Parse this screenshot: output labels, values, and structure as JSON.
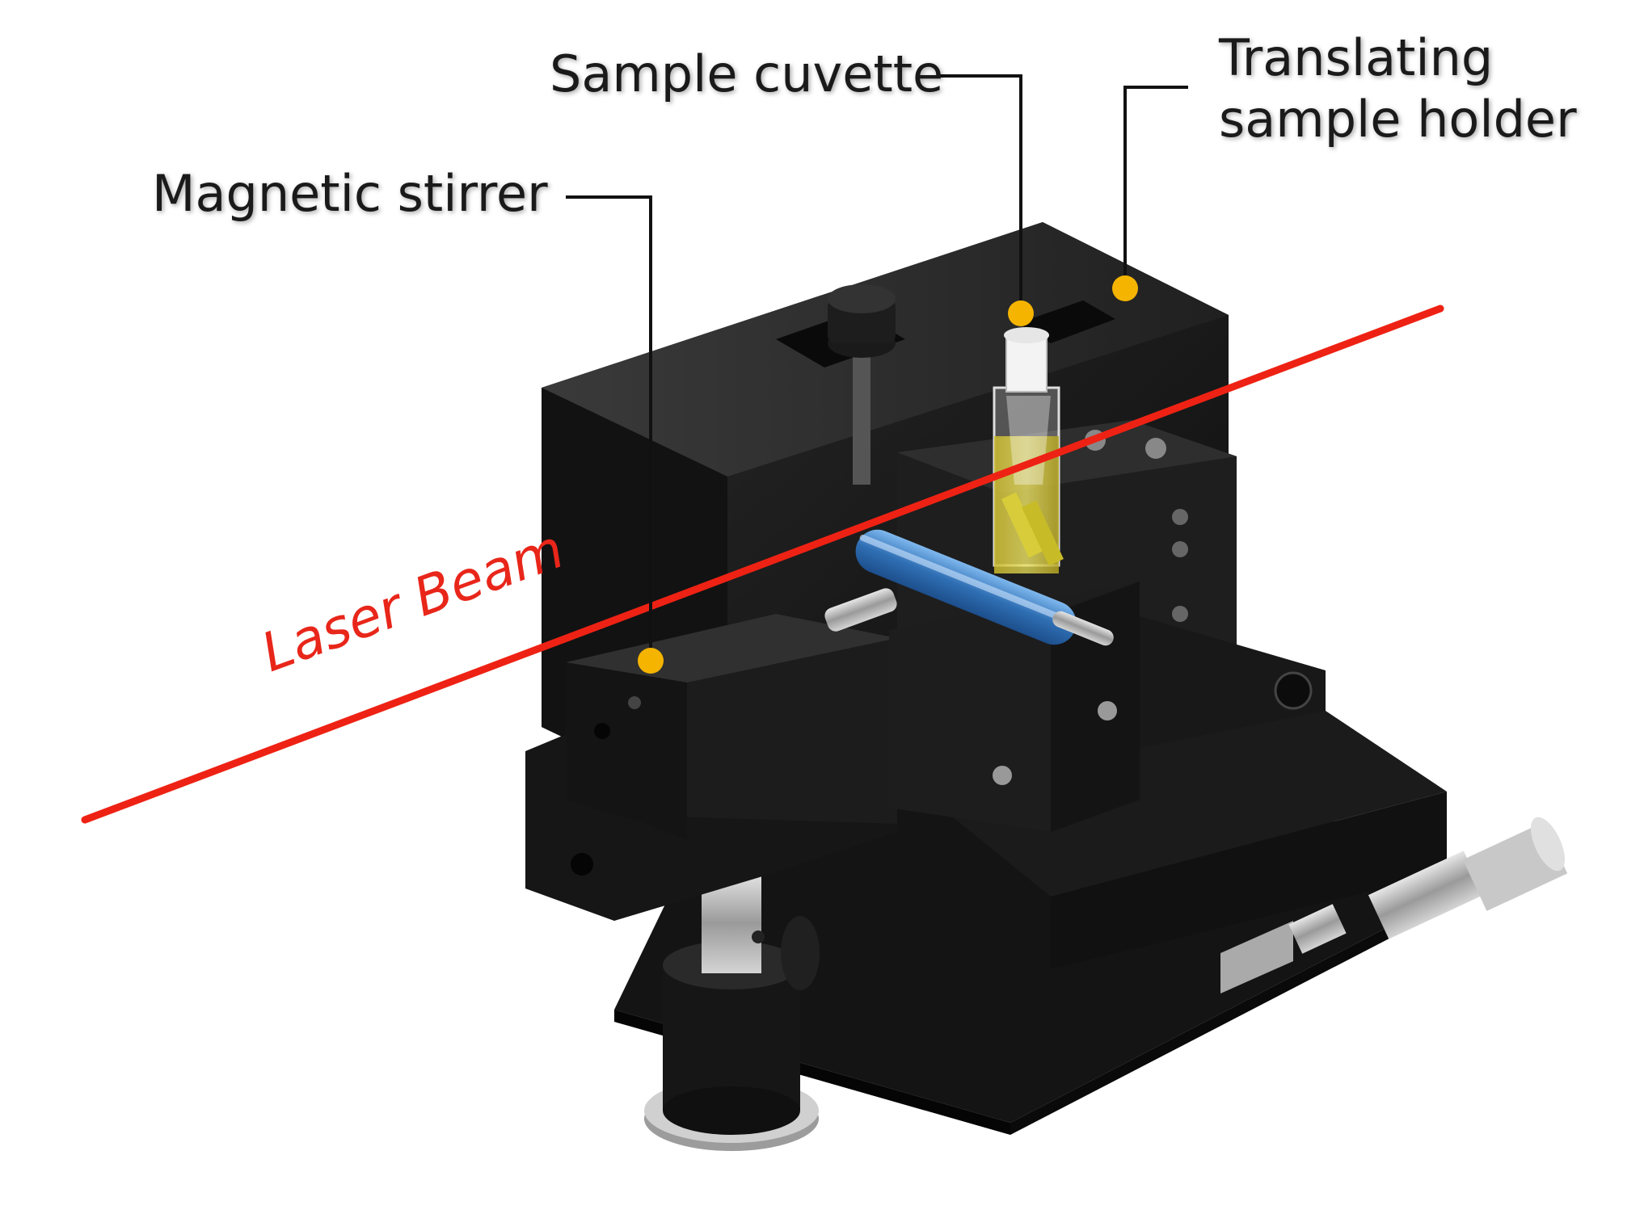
{
  "labels": {
    "magnetic_stirrer": "Magnetic stirrer",
    "sample_cuvette": "Sample cuvette",
    "translating_holder_line1": "Translating",
    "translating_holder_line2": "sample holder",
    "laser_beam": "Laser Beam"
  },
  "colors": {
    "laser": "#ee2214",
    "marker": "#f4b400",
    "leader": "#111111",
    "housing": "#1c1c1c",
    "liquid": "#d6c93a",
    "stir_bar": "#3b82c8",
    "metal": "#bfbfbf"
  }
}
